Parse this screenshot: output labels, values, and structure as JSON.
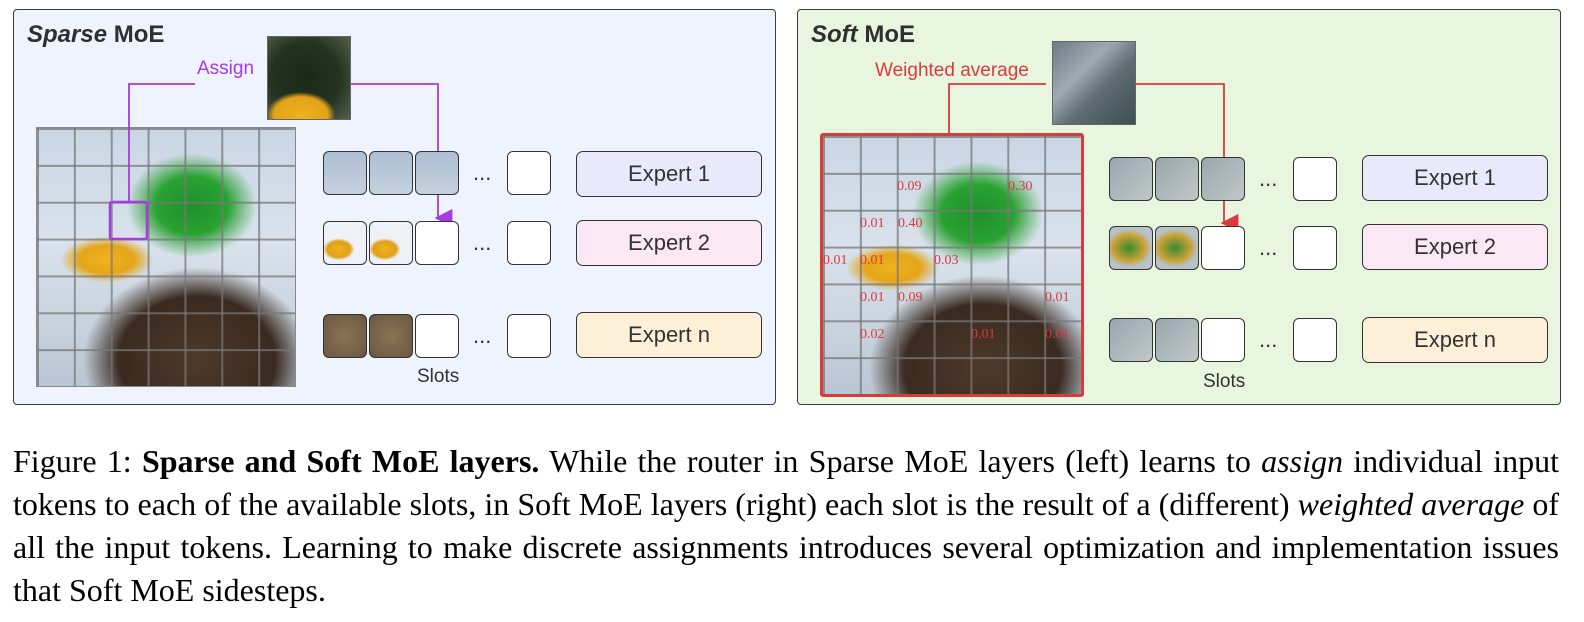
{
  "left_panel": {
    "title_italic": "Sparse",
    "title_rest": "MoE",
    "route_label": "Assign",
    "experts": [
      "Expert 1",
      "Expert 2",
      "Expert n"
    ],
    "dots": "...",
    "slots_label": "Slots"
  },
  "right_panel": {
    "title_italic": "Soft",
    "title_rest": "MoE",
    "route_label": "Weighted average",
    "experts": [
      "Expert 1",
      "Expert 2",
      "Expert n"
    ],
    "dots": "...",
    "slots_label": "Slots",
    "weights": [
      "0.09",
      "0.30",
      "0.01",
      "0.40",
      "0.01",
      "0.01",
      "0.03",
      "0.01",
      "0.09",
      "0.01",
      "0.02",
      "0.01",
      "0.01"
    ]
  },
  "caption": {
    "prefix": "Figure 1: ",
    "bold": "Sparse and Soft MoE layers.",
    "part1": " While the router in Sparse MoE layers (left) learns to ",
    "italic1": "assign",
    "part2": " individual input tokens to each of the available slots, in Soft MoE layers (right) each slot is the result of a (different) ",
    "italic2": "weighted average",
    "part3": " of all the input tokens. Learning to make discrete assignments introduces several optimization and implementation issues that Soft MoE sidesteps."
  },
  "colors": {
    "assign": "#a53be0",
    "weighted_average": "#d93b3b",
    "left_bg": "#eef3fd",
    "right_bg": "#e8f5df"
  }
}
